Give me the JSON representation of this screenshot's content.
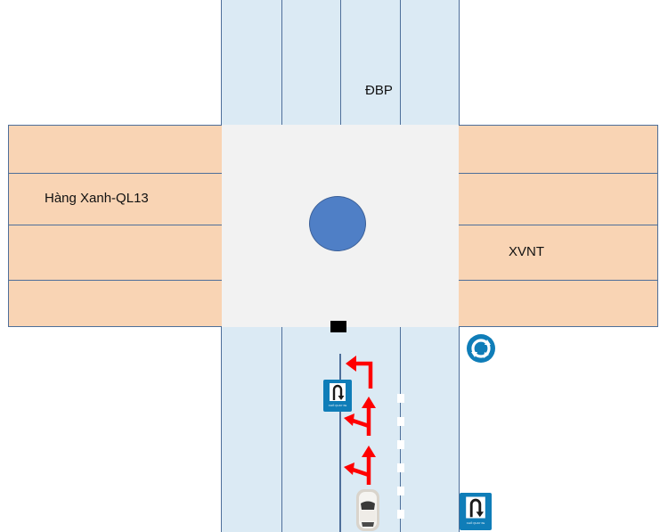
{
  "labels": {
    "north": "ĐBP",
    "west": "Hàng Xanh-QL13",
    "east": "XVNT"
  },
  "signs": {
    "uturn_text": "CHỖ QUAY XE"
  },
  "icons": [
    "roundabout-sign-icon",
    "u-turn-sign-icon",
    "left-turn-arrow-icon",
    "left-straight-arrow-icon",
    "car-icon",
    "stop-line-icon",
    "roundabout-island"
  ],
  "colors": {
    "vertical_road": "#dbeaf4",
    "horizontal_road": "#f9d4b4",
    "junction": "#f2f2f2",
    "lane_line": "#4e6f9a",
    "island": "#4f7fc6",
    "arrow": "#ff0000",
    "sign_blue": "#0f7db8"
  }
}
